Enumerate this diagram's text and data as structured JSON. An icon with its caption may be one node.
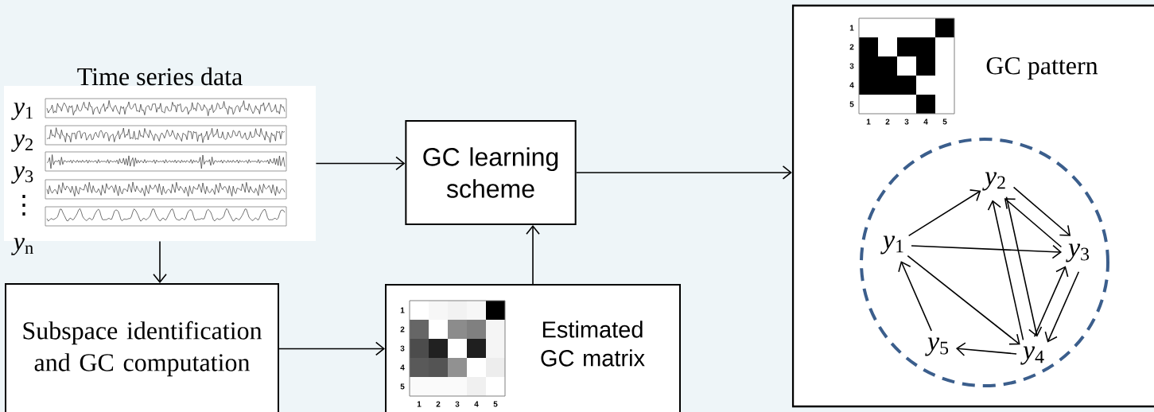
{
  "diagram": {
    "nodes": [
      {
        "text": [
          "Time series data"
        ]
      },
      {
        "text": [
          "GC learning scheme"
        ]
      },
      {
        "text": [
          "Subspace identification and GC computation"
        ]
      },
      {
        "text": [
          "Estimated GC matrix"
        ]
      },
      {
        "text": [
          "GC pattern"
        ]
      },
      {
        "text": [],
        "shape": "circle",
        "in": 4
      },
      {
        "text": [
          "*y*$_{1}$"
        ],
        "in": 5
      },
      {
        "text": [
          "*y*$_{2}$"
        ],
        "in": 5
      },
      {
        "text": [
          "*y*$_{3}$"
        ],
        "in": 5
      },
      {
        "text": [
          "*y*$_{4}$"
        ],
        "in": 5
      },
      {
        "text": [
          "*y*$_{5}$"
        ],
        "in": 5
      }
    ],
    "edges": [
      {
        "from": 0,
        "to": 1,
        "arrow": "to"
      },
      {
        "from": 1,
        "to": 4,
        "arrow": "to"
      },
      {
        "from": 0,
        "to": 2,
        "arrow": "to"
      },
      {
        "from": 2,
        "to": 3,
        "arrow": "to"
      },
      {
        "from": 3,
        "to": 1,
        "arrow": "to"
      },
      {
        "from": 6,
        "to": 7,
        "arrow": "to"
      },
      {
        "from": 6,
        "to": 8,
        "arrow": "to"
      },
      {
        "from": 6,
        "to": 9,
        "arrow": "to"
      },
      {
        "from": 10,
        "to": 6,
        "arrow": "to"
      },
      {
        "from": 7,
        "to": 8,
        "arrow": "to"
      },
      {
        "from": 8,
        "to": 7,
        "arrow": "to"
      },
      {
        "from": 7,
        "to": 9,
        "arrow": "to"
      },
      {
        "from": 9,
        "to": 7,
        "arrow": "to"
      },
      {
        "from": 8,
        "to": 9,
        "arrow": "to"
      },
      {
        "from": 9,
        "to": 8,
        "arrow": "to"
      },
      {
        "from": 9,
        "to": 10,
        "arrow": "to"
      }
    ],
    "labels": [
      "*y*$_{1}$",
      "*y*$_{2}$",
      "*y*$_{3}$",
      "⋮",
      "*y*$_{n}$",
      "1",
      "2",
      "3",
      "4",
      "5",
      "1",
      "2",
      "3",
      "4",
      "5",
      "1",
      "2",
      "3",
      "4",
      "5",
      "1",
      "2",
      "3",
      "4",
      "5"
    ]
  }
}
